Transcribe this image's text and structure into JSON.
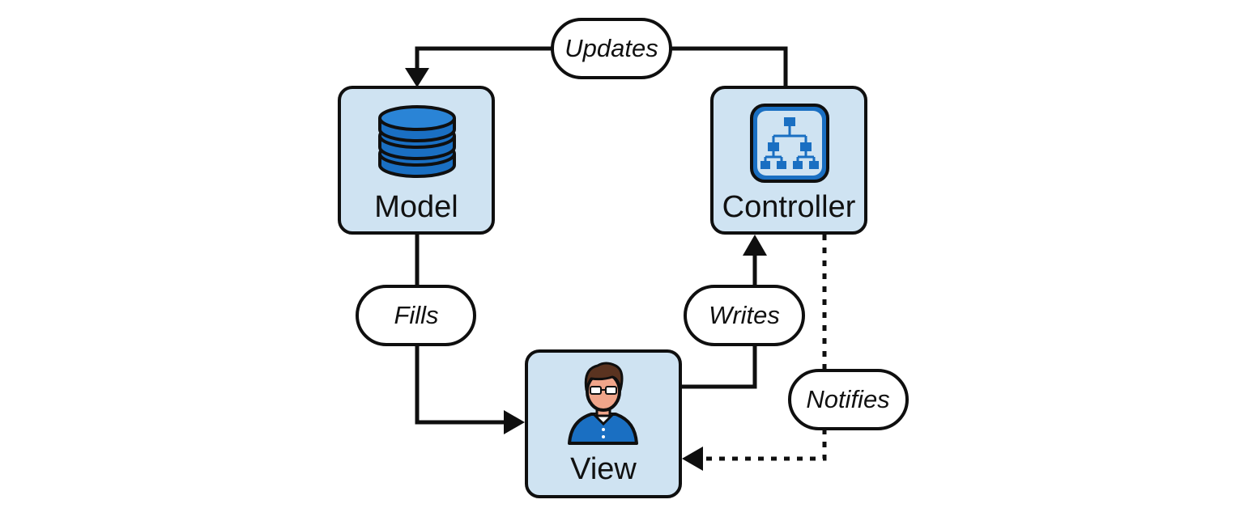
{
  "diagram": {
    "nodes": {
      "model": {
        "label": "Model",
        "icon": "database-icon"
      },
      "controller": {
        "label": "Controller",
        "icon": "hierarchy-icon"
      },
      "view": {
        "label": "View",
        "icon": "user-avatar-icon"
      }
    },
    "edges": {
      "updates": {
        "label": "Updates",
        "from": "Controller",
        "to": "Model",
        "style": "solid"
      },
      "fills": {
        "label": "Fills",
        "from": "Model",
        "to": "View",
        "style": "solid"
      },
      "writes": {
        "label": "Writes",
        "from": "View",
        "to": "Controller",
        "style": "solid"
      },
      "notifies": {
        "label": "Notifies",
        "from": "Controller",
        "to": "View",
        "style": "dotted"
      }
    },
    "colors": {
      "node_fill": "#cfe3f2",
      "icon_blue": "#1a6fc2",
      "stroke": "#0f0f0f"
    }
  }
}
